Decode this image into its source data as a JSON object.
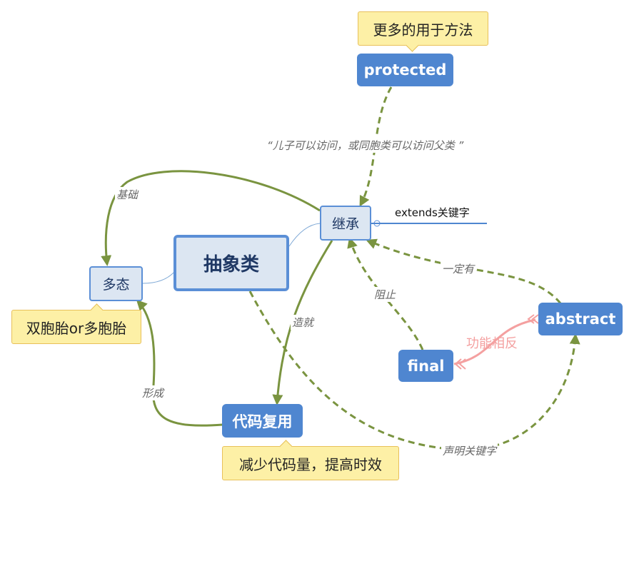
{
  "nodes": {
    "central": "抽象类",
    "inherit": "继承",
    "poly": "多态",
    "protected": "protected",
    "final": "final",
    "abstract": "abstract",
    "reuse": "代码复用"
  },
  "callouts": {
    "protected": "更多的用于方法",
    "poly": "双胞胎or多胞胎",
    "reuse": "减少代码量，提高时效"
  },
  "branch_label": "extends关键字",
  "edge_labels": {
    "protected_inherit": "“儿子可以访问，或同胞类可以访问父类 ”",
    "inherit_poly": "基础",
    "inherit_reuse": "造就",
    "reuse_poly": "形成",
    "final_inherit": "阻止",
    "abstract_inherit": "一定有",
    "final_abstract": "功能相反",
    "central_abstract": "声明关键字"
  },
  "colors": {
    "solid_arrow": "#7a9440",
    "dashed_arrow": "#7a9440",
    "opposite_arrow": "#f4a0a0",
    "topic_fill": "#4f86d0",
    "central_fill": "#dce6f2",
    "callout_fill": "#fdf0a6"
  }
}
